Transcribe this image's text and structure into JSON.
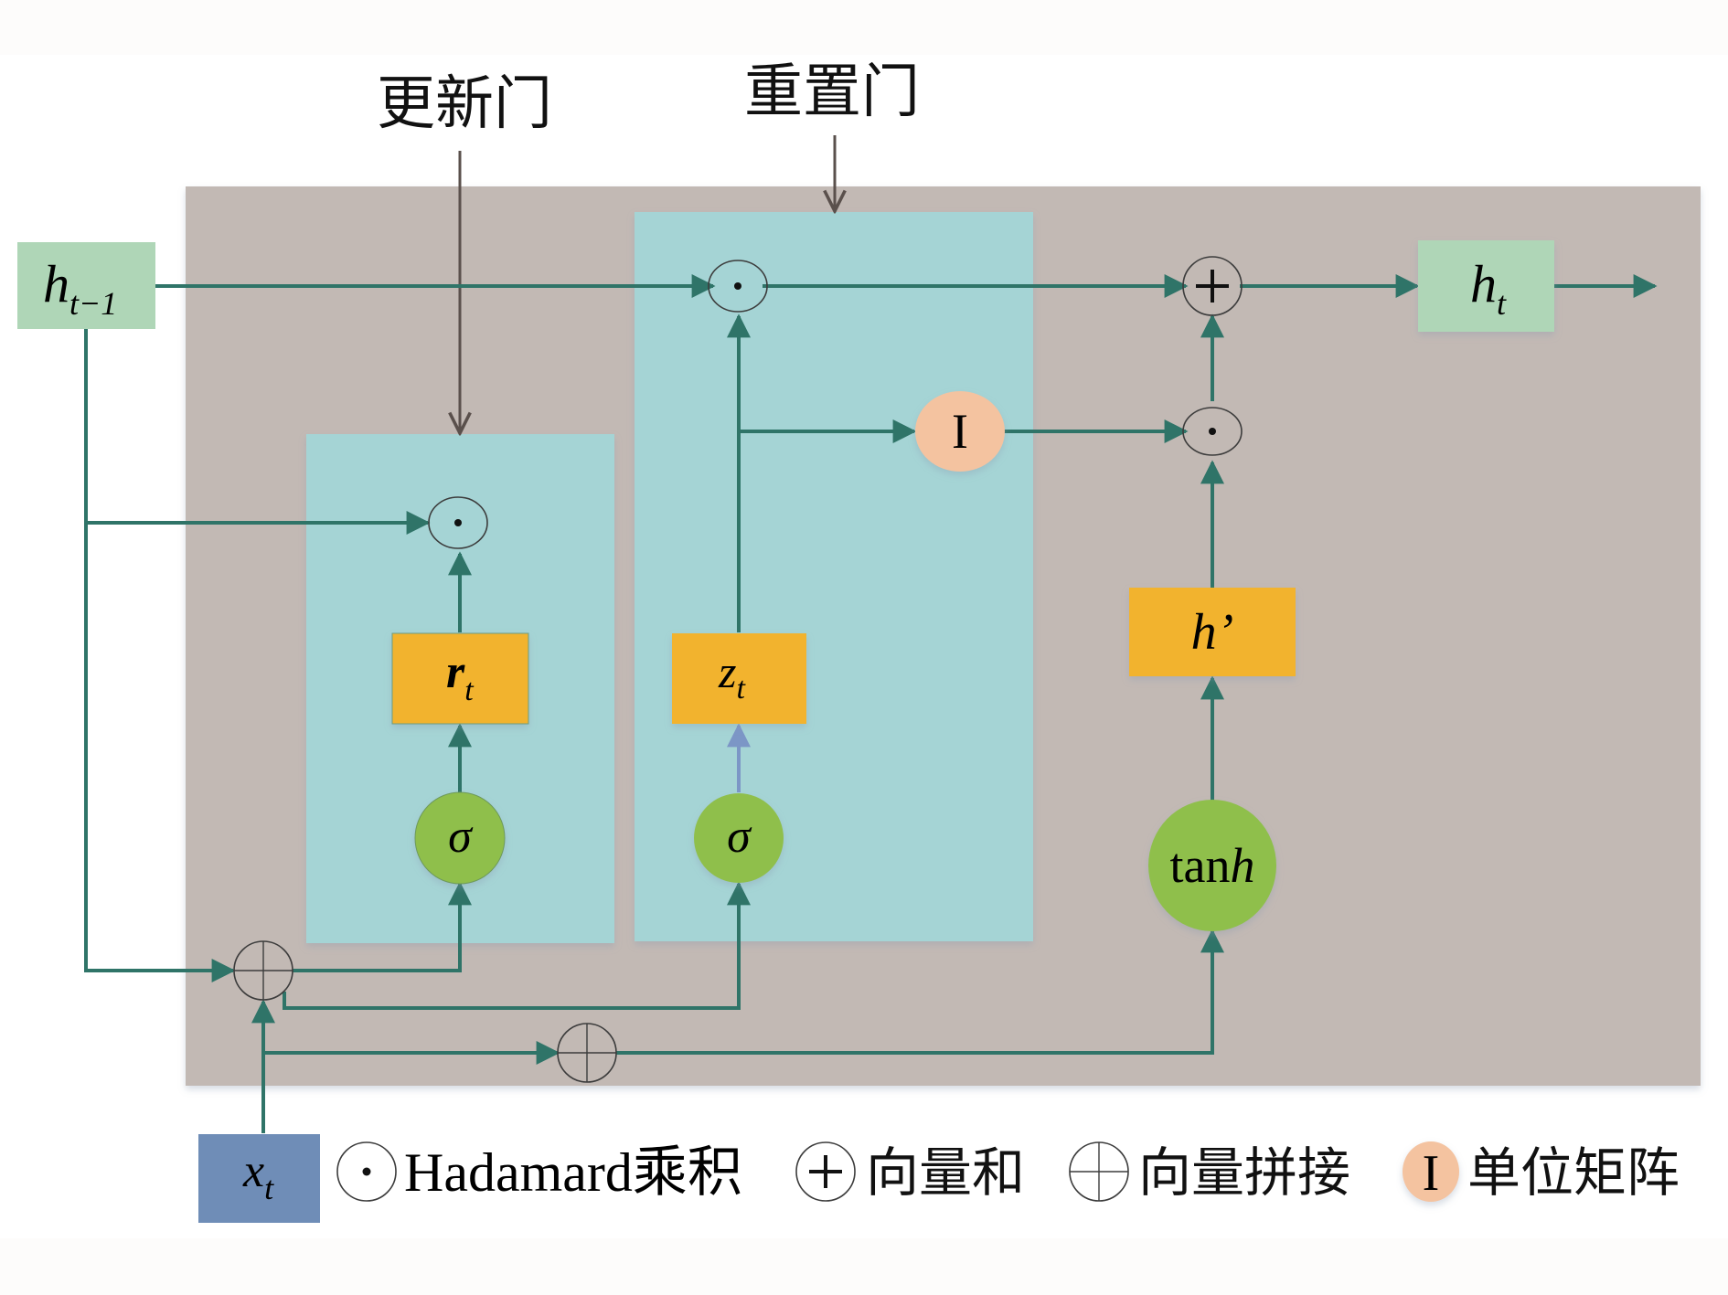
{
  "title_labels": {
    "update_gate": "更新门",
    "reset_gate": "重置门"
  },
  "nodes": {
    "h_prev": {
      "main": "h",
      "sub": "t−1"
    },
    "h_t": {
      "main": "h",
      "sub": "t"
    },
    "x_t": {
      "main": "x",
      "sub": "t"
    },
    "r_t": {
      "main": "r",
      "sub": "t"
    },
    "z_t": {
      "main": "z",
      "sub": "t"
    },
    "h_prime": {
      "main": "h’"
    },
    "sigma_r": "σ",
    "sigma_z": "σ",
    "tanh": {
      "plain": "tan",
      "italic": "h"
    },
    "identity": "I"
  },
  "legend": {
    "hadamard": "Hadamard乘积",
    "vector_sum": "向量和",
    "vector_concat": "向量拼接",
    "identity_matrix": "单位矩阵",
    "identity_symbol": "I"
  },
  "colors": {
    "cell_background": "#c2b9b4",
    "gate_box": "#a5d4d5",
    "state_box": "#afd6b7",
    "gate_output": "#f2b32f",
    "activation": "#8fbf4b",
    "identity": "#f4c3a0",
    "input_box": "#6f8db7",
    "arrow": "#2f7468",
    "label_arrow": "#5a504c"
  }
}
